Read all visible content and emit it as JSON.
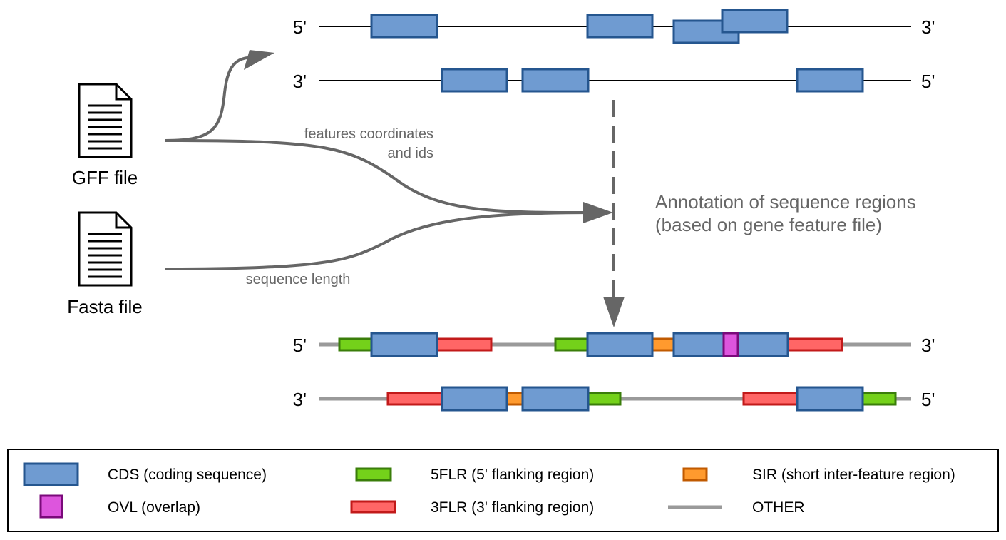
{
  "files": {
    "gff_label": "GFF file",
    "fasta_label": "Fasta file"
  },
  "edges": {
    "gff_label_line1": "features coordinates",
    "gff_label_line2": "and ids",
    "fasta_label": "sequence length"
  },
  "annotation": {
    "line1": "Annotation of sequence regions",
    "line2": "(based on gene feature file)"
  },
  "strands": {
    "top_left": "5'",
    "top_right": "3'",
    "bottom_left": "3'",
    "bottom_right": "5'"
  },
  "legend": {
    "cds": "CDS (coding sequence)",
    "flr5": "5FLR (5' flanking region)",
    "sir": "SIR (short inter-feature region)",
    "ovl": "OVL (overlap)",
    "flr3": "3FLR (3' flanking region)",
    "other": "OTHER"
  },
  "colors": {
    "cds_fill": "#6f9bd1",
    "cds_stroke": "#25568f",
    "flr5_fill": "#74d11a",
    "flr5_stroke": "#3a7d0a",
    "flr3_fill": "#ff6666",
    "flr3_stroke": "#c21a1a",
    "sir_fill": "#ff9a2e",
    "sir_stroke": "#c05a00",
    "ovl_fill": "#dd55dd",
    "ovl_stroke": "#7a0a7a",
    "other_line": "#9a9a9a",
    "arrow": "#666666"
  }
}
